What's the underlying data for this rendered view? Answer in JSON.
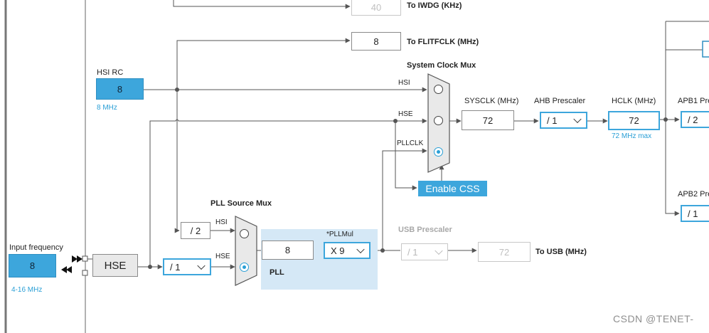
{
  "top": {
    "iwdg_value": "40",
    "iwdg_label": "To IWDG (KHz)",
    "flitfclk_value": "8",
    "flitfclk_label": "To FLITFCLK (MHz)"
  },
  "hsi_rc": {
    "title": "HSI RC",
    "value": "8",
    "freq": "8 MHz"
  },
  "sysclk_mux": {
    "title": "System Clock Mux",
    "inputs": [
      "HSI",
      "HSE",
      "PLLCLK"
    ],
    "selected": "PLLCLK"
  },
  "sysclk": {
    "label": "SYSCLK (MHz)",
    "value": "72"
  },
  "ahb": {
    "label": "AHB Prescaler",
    "value": "/ 1"
  },
  "hclk": {
    "label": "HCLK (MHz)",
    "value": "72",
    "max": "72 MHz max"
  },
  "apb1": {
    "label": "APB1 Pre",
    "value": "/ 2"
  },
  "apb2": {
    "label": "APB2 Pre",
    "value": "/ 1"
  },
  "css_button": "Enable CSS",
  "pll_source_mux": {
    "title": "PLL Source Mux",
    "inputs": [
      "HSI",
      "HSE"
    ],
    "selected": "HSE",
    "hsi_div": "/ 2"
  },
  "input_freq": {
    "title": "Input frequency",
    "value": "8",
    "range": "4-16 MHz"
  },
  "hse": {
    "label": "HSE",
    "div": "/ 1"
  },
  "pll": {
    "label": "PLL",
    "value": "8",
    "mul_label": "*PLLMul",
    "mul": "X 9"
  },
  "usb": {
    "label": "USB Prescaler",
    "div": "/ 1",
    "value": "72",
    "to_label": "To USB (MHz)"
  },
  "watermark": "CSDN @TENET-"
}
